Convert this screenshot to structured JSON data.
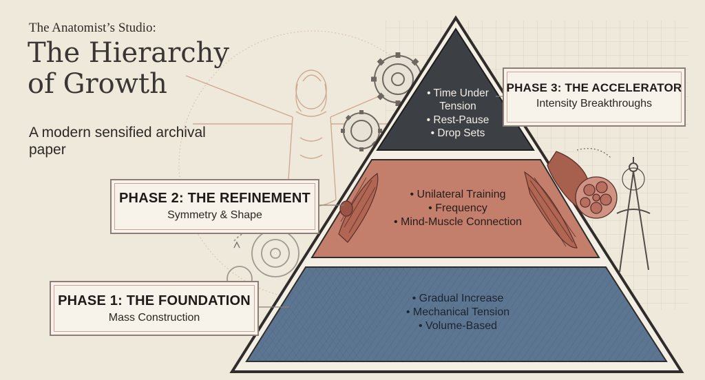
{
  "header": {
    "kicker": "The Anatomist’s Studio:",
    "title": "The Hierarchy of Growth",
    "subtitle": "A modern sensified archival paper"
  },
  "phases": [
    {
      "title": "PHASE 3: THE ACCELERATOR",
      "subtitle": "Intensity Breakthroughs"
    },
    {
      "title": "PHASE 2: THE REFINEMENT",
      "subtitle": "Symmetry & Shape"
    },
    {
      "title": "PHASE 1: THE FOUNDATION",
      "subtitle": "Mass Construction"
    }
  ],
  "tiers": [
    {
      "color": "#3c3f44",
      "items": [
        "• Time Under",
        "Tension",
        "• Rest-Pause",
        "• Drop Sets"
      ]
    },
    {
      "color": "#c47f6c",
      "items": [
        "• Unilateral Training",
        "• Frequency",
        "• Mind-Muscle Connection"
      ]
    },
    {
      "color": "#5c7590",
      "items": [
        "• Gradual Increase",
        "• Mechanical Tension",
        "• Volume-Based"
      ]
    }
  ],
  "colors": {
    "paper": "#efe9dc",
    "ink": "#2a2622",
    "frame": "#8e7d74",
    "sketch": "#c79a7e"
  },
  "icons": [
    "gear-icon",
    "vitruvian-sketch",
    "muscle-sketch",
    "compass-icon",
    "muscle-cross-section-icon"
  ]
}
